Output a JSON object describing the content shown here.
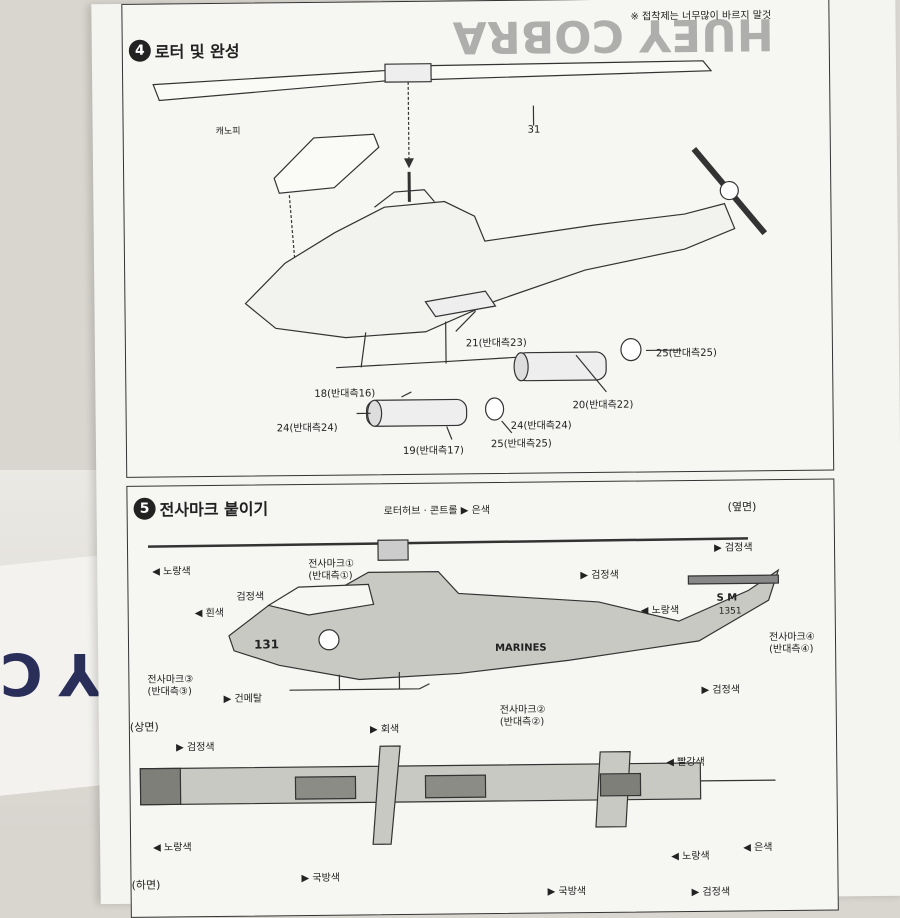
{
  "box": {
    "text": "HUEY C"
  },
  "step4": {
    "number": "4",
    "title": "로터 및 완성",
    "note": "※ 접착제는 너무많이 바르지 말것",
    "labels": {
      "canopy": "캐노피",
      "part31": "31",
      "p21": "21(반대측23)",
      "p25a": "25(반대측25)",
      "p20": "20(반대측22)",
      "p18": "18(반대측16)",
      "p24a": "24(반대측24)",
      "p24b": "24(반대측24)",
      "p19": "19(반대측17)",
      "p25b": "25(반대측25)"
    }
  },
  "step5": {
    "number": "5",
    "title": "전사마크 붙이기",
    "side_view": "(옆면)",
    "top_view": "(상면)",
    "bottom_view": "(하면)",
    "labels": {
      "rotor_hub": "로터허브 · 콘트롤 ▶ 은색",
      "yellow1": "◀ 노랑색",
      "black1": "▶ 검정색",
      "black2": "▶ 검정색",
      "decal1": "전사마크①",
      "decal1b": "(반대측①)",
      "black3": "검정색",
      "white1": "◀ 흰색",
      "yellow2": "◀ 노랑색",
      "decal4": "전사마크④",
      "decal4b": "(반대측④)",
      "decal3": "전사마크③",
      "decal3b": "(반대측③)",
      "gunmetal": "▶ 건메탈",
      "black4": "▶ 검정색",
      "decal2": "전사마크②",
      "decal2b": "(반대측②)",
      "gray1": "▶ 회색",
      "black5": "▶ 검정색",
      "red1": "◀ 빨강색",
      "yellow3": "◀ 노랑색",
      "silver1": "◀ 은색",
      "yellow4": "◀ 노랑색",
      "olive1": "▶ 국방색",
      "olive2": "▶ 국방색",
      "black6": "▶ 검정색",
      "marking_131": "131",
      "marking_marines": "MARINES",
      "marking_sm": "S M",
      "marking_1351": "1351"
    }
  }
}
